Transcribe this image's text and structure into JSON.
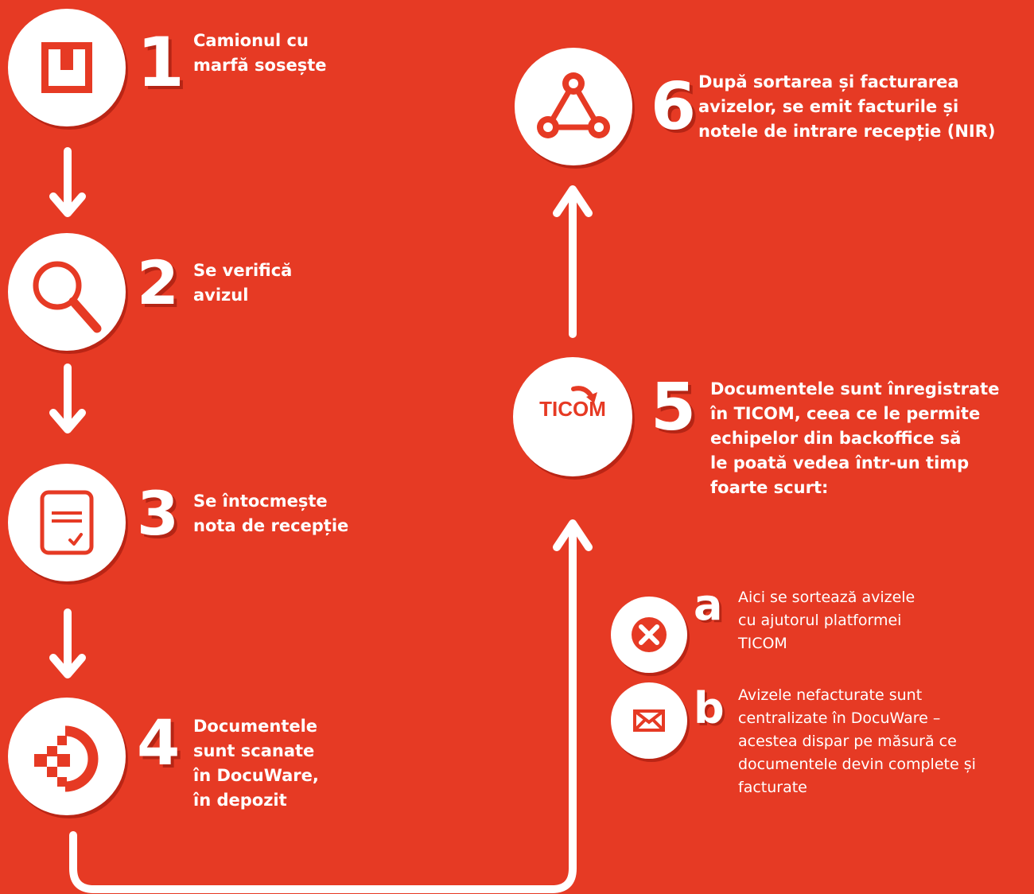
{
  "steps": [
    {
      "number": "1",
      "label_lines": [
        "Camionul cu",
        "marfă sosește"
      ],
      "icon": "box-icon"
    },
    {
      "number": "2",
      "label_lines": [
        "Se verifică",
        "avizul"
      ],
      "icon": "magnifier-icon"
    },
    {
      "number": "3",
      "label_lines": [
        "Se întocmește",
        "nota de recepție"
      ],
      "icon": "document-check-icon"
    },
    {
      "number": "4",
      "label_lines": [
        "Documentele",
        "sunt scanate",
        "în DocuWare,",
        "în depozit"
      ],
      "icon": "docuware-logo-icon"
    },
    {
      "number": "5",
      "label_lines": [
        "Documentele sunt înregistrate",
        "în TICOM, ceea ce le permite",
        "echipelor din backoffice să",
        "le poată vedea într-un timp",
        "foarte scurt:"
      ],
      "icon": "ticom-logo",
      "logo_text": "TICOM"
    },
    {
      "number": "6",
      "label_lines": [
        "După sortarea și facturarea",
        "avizelor, se emit facturile și",
        "notele de intrare recepție (NIR)"
      ],
      "icon": "network-icon"
    }
  ],
  "substeps": [
    {
      "letter": "a",
      "text_lines": [
        "Aici se sortează avizele",
        "cu ajutorul platformei",
        "TICOM"
      ],
      "icon": "close-icon"
    },
    {
      "letter": "b",
      "text_lines": [
        "Avizele nefacturate sunt",
        "centralizate în DocuWare –",
        "acestea dispar pe măsură ce",
        "documentele devin complete și",
        "facturate"
      ],
      "icon": "envelope-icon"
    }
  ],
  "colors": {
    "background": "#e63a24",
    "foreground": "#ffffff",
    "shadow": "#9a1f12"
  }
}
